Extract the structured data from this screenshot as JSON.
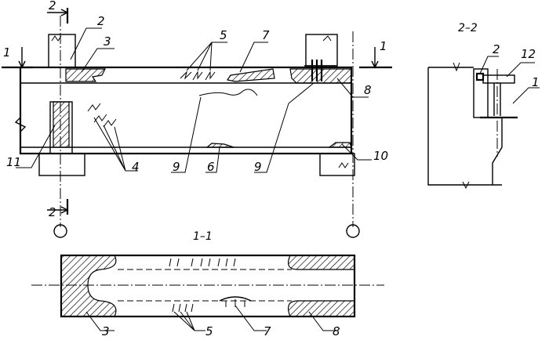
{
  "section_titles": {
    "section_1_1": "1–1",
    "section_2_2": "2–2"
  },
  "cut_markers": {
    "cut1_left": "1",
    "cut1_right": "1",
    "cut2_top": "2",
    "cut2_bottom": "2"
  },
  "callouts": {
    "elevation": [
      "2",
      "3",
      "5",
      "7",
      "8",
      "9",
      "10",
      "6",
      "9",
      "4",
      "11"
    ],
    "section_2_2": [
      "2",
      "12",
      "1"
    ],
    "section_1_1": [
      "3",
      "5",
      "7",
      "8"
    ]
  }
}
